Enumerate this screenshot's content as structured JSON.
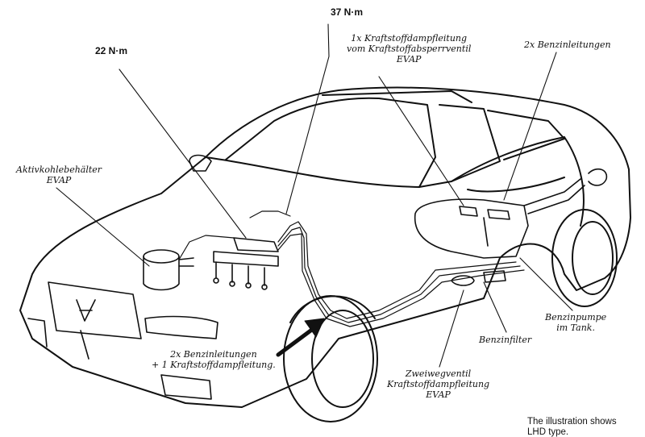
{
  "labels": {
    "torque_22": "22 N·m",
    "torque_37": "37 N·m",
    "evap_vapor_line": [
      "1x Kraftstoffdampfleitung",
      "vom Kraftstoffabsperrventil",
      "EVAP"
    ],
    "fuel_lines_rear": "2x Benzinleitungen",
    "charcoal_canister": [
      "Aktivkohlebehälter",
      "EVAP"
    ],
    "fuel_pump": [
      "Benzinpumpe",
      "im Tank."
    ],
    "fuel_filter": "Benzinfilter",
    "two_way_valve": [
      "Zweiwegventil",
      "Kraftstoffdampfleitung",
      "EVAP"
    ],
    "fuel_lines_front": [
      "2x Benzinleitungen",
      "+ 1 Kraftstoffdampfleitung."
    ],
    "note": [
      "The illustration shows",
      "LHD type."
    ]
  },
  "colors": {
    "line": "#111111",
    "background": "#ffffff"
  }
}
